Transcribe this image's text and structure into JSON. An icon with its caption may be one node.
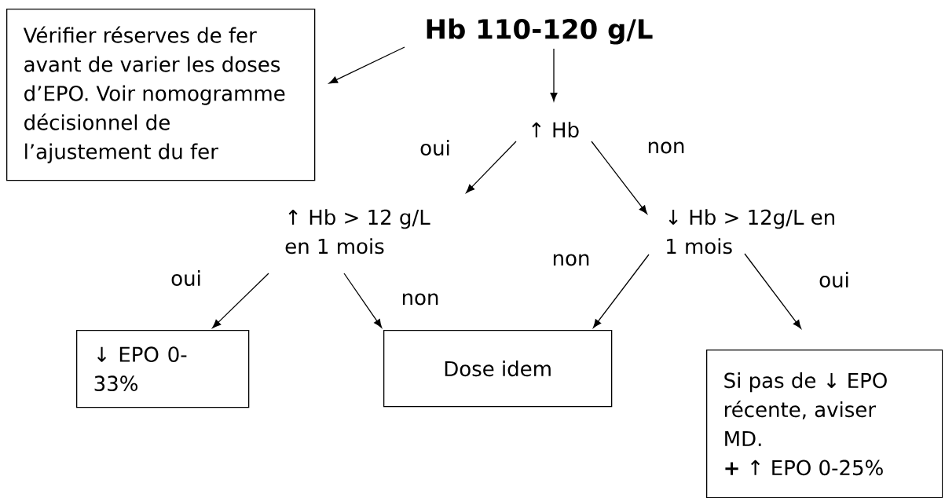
{
  "diagram": {
    "nodes": [
      {
        "text": [
          "Hb 110-120 g/L"
        ]
      },
      {
        "text": [
          "Vérifier réserves de fer avant de varier les doses d’EPO. Voir nomogramme décisionnel de l’ajustement du fer"
        ]
      },
      {
        "text": [
          "↑ Hb"
        ]
      },
      {
        "text": [
          "↑ Hb > 12 g/L en 1 mois"
        ]
      },
      {
        "text": [
          "↓ Hb > 12g/L en 1 mois"
        ]
      },
      {
        "text": [
          "↓ EPO 0-33%"
        ]
      },
      {
        "text": [
          "Dose idem"
        ]
      },
      {
        "text": [
          "Si pas de ↓ EPO récente, aviser MD.",
          "**+** ↑ EPO 0-25%"
        ]
      }
    ],
    "edges": [
      {
        "from": 0,
        "to": 1,
        "arrow": "to"
      },
      {
        "from": 0,
        "to": 2,
        "arrow": "to"
      },
      {
        "from": 2,
        "to": 3,
        "arrow": "to",
        "label": "oui"
      },
      {
        "from": 2,
        "to": 4,
        "arrow": "to",
        "label": "non"
      },
      {
        "from": 3,
        "to": 5,
        "arrow": "to",
        "label": "oui"
      },
      {
        "from": 3,
        "to": 6,
        "arrow": "to",
        "label": "non"
      },
      {
        "from": 4,
        "to": 6,
        "arrow": "to",
        "label": "non"
      },
      {
        "from": 4,
        "to": 7,
        "arrow": "to",
        "label": "oui"
      }
    ]
  }
}
